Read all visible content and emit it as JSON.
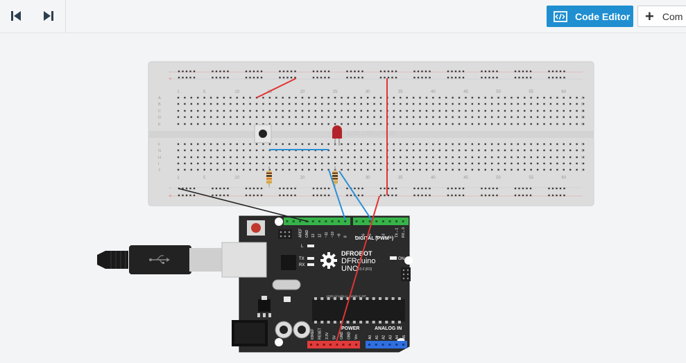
{
  "toolbar": {
    "prev_icon": "skip-previous-icon",
    "next_icon": "skip-next-icon",
    "code_editor_label": "Code Editor",
    "code_editor_icon": "code-editor-icon",
    "components_label": "Com",
    "components_icon": "plus-icon"
  },
  "breadboard": {
    "watermark": "123D.CIRCUITS.IO",
    "column_numbers": [
      "1",
      "5",
      "10",
      "15",
      "20",
      "25",
      "30",
      "35",
      "40",
      "45",
      "50",
      "55",
      "60"
    ],
    "rows_top": [
      "A",
      "B",
      "C",
      "D",
      "E"
    ],
    "rows_bottom": [
      "F",
      "G",
      "H",
      "I",
      "J"
    ]
  },
  "arduino": {
    "brand": "DFROBOT",
    "model": "DFRduino",
    "model2": "UNO",
    "version": "v3.0 [R3]",
    "digital_label": "DIGITAL (PWM~)",
    "analog_label": "ANALOG IN",
    "power_label": "POWER",
    "on_label": "ON",
    "l_label": "L",
    "tx_label": "TX",
    "rx_label": "RX",
    "footer": "123D.circuits.io - Made in DF",
    "digital_pins": [
      "AREF",
      "GND",
      "13",
      "12",
      "~11",
      "~10",
      "~9",
      "8",
      "7",
      "~6",
      "~5",
      "4",
      "~3",
      "2",
      "TX→1",
      "RX←0"
    ],
    "power_pins": [
      "IOREF",
      "RESET",
      "3.3V",
      "5V",
      "GND",
      "GND",
      "Vin"
    ],
    "analog_pins": [
      "A0",
      "A1",
      "A2",
      "A3",
      "A4",
      "A5"
    ]
  },
  "colors": {
    "accent": "#1f8fd1",
    "wire_red": "#e03434",
    "wire_blue": "#2a8fd6",
    "wire_black": "#222222",
    "header_green": "#37b34a",
    "header_red": "#e23b3b",
    "header_blue": "#2f6fe0"
  }
}
